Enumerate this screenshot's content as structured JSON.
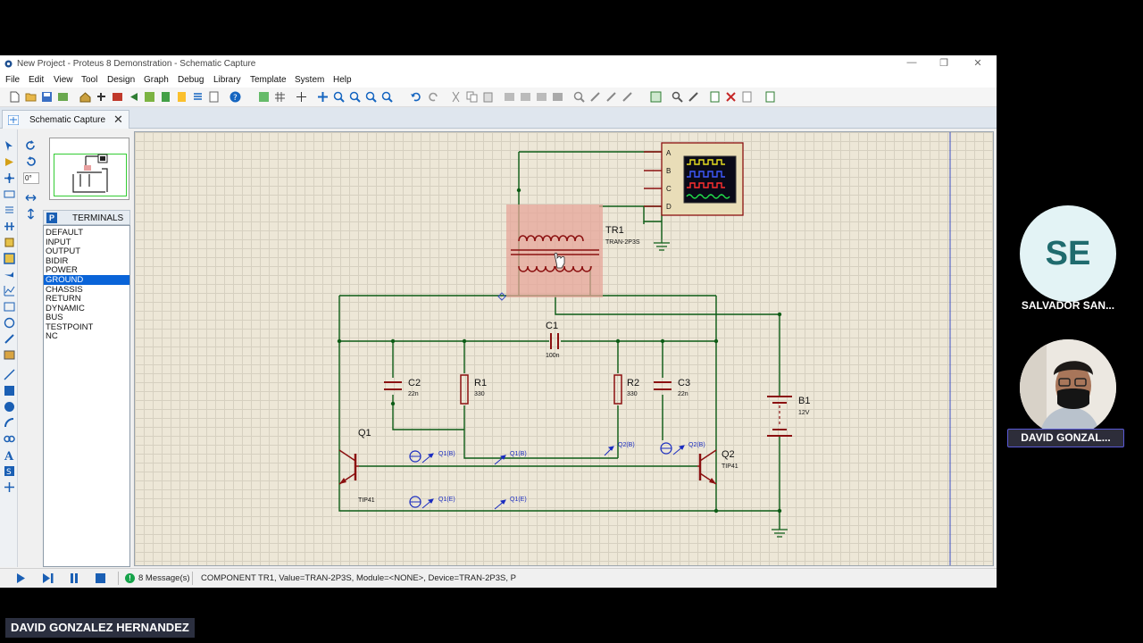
{
  "window": {
    "title": "New Project - Proteus 8 Demonstration - Schematic Capture",
    "minimize": "—",
    "restore": "❐",
    "close": "✕"
  },
  "menu": [
    "File",
    "Edit",
    "View",
    "Tool",
    "Design",
    "Graph",
    "Debug",
    "Library",
    "Template",
    "System",
    "Help"
  ],
  "tab": {
    "label": "Schematic Capture",
    "close": "✕"
  },
  "rotation": "0°",
  "terminals_panel": {
    "button": "P",
    "title": "TERMINALS",
    "items": [
      "DEFAULT",
      "INPUT",
      "OUTPUT",
      "BIDIR",
      "POWER",
      "GROUND",
      "CHASSIS",
      "RETURN",
      "DYNAMIC",
      "BUS",
      "TESTPOINT",
      "NC"
    ],
    "selected": "GROUND"
  },
  "schematic": {
    "tr1": {
      "ref": "TR1",
      "value": "TRAN-2P3S"
    },
    "c1": {
      "ref": "C1",
      "value": "100n"
    },
    "c2": {
      "ref": "C2",
      "value": "22n"
    },
    "c3": {
      "ref": "C3",
      "value": "22n"
    },
    "r1": {
      "ref": "R1",
      "value": "330"
    },
    "r2": {
      "ref": "R2",
      "value": "330"
    },
    "q1": {
      "ref": "Q1",
      "value": "TIP41"
    },
    "q2": {
      "ref": "Q2",
      "value": "TIP41"
    },
    "b1": {
      "ref": "B1",
      "value": "12V"
    },
    "scope_channels": [
      "A",
      "B",
      "C",
      "D"
    ],
    "probes": [
      "Q1(B)",
      "Q1(B)",
      "Q2(B)",
      "Q2(B)",
      "Q1(E)",
      "Q1(E)"
    ]
  },
  "status": {
    "messages": "8 Message(s)",
    "info": "COMPONENT TR1, Value=TRAN-2P3S, Module=<NONE>, Device=TRAN-2P3S, P"
  },
  "participants": [
    {
      "initials": "SE",
      "name": "SALVADOR SAN..."
    },
    {
      "name": "DAVID GONZAL..."
    }
  ],
  "active_speaker": "DAVID GONZALEZ HERNANDEZ",
  "colors": {
    "wire": "#0d5c16",
    "component": "#8b1010",
    "probe": "#1a2cc0",
    "selection": "#0a64d8"
  }
}
